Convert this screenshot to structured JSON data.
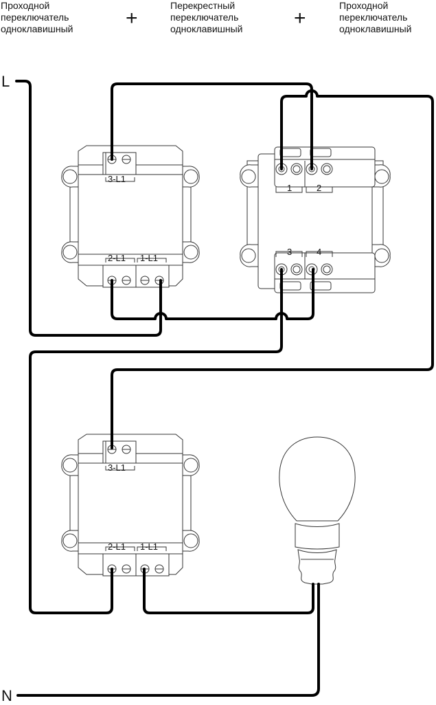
{
  "header": {
    "items": [
      {
        "lines": [
          "Проходной",
          "переключатель",
          "одноклавишный"
        ]
      },
      {
        "lines": [
          "Перекрестный",
          "переключатель",
          "одноклавишный"
        ]
      },
      {
        "lines": [
          "Проходной",
          "переключатель",
          "одноклавишный"
        ]
      }
    ],
    "plus_symbol": "+"
  },
  "supply": {
    "line_label": "L",
    "neutral_label": "N"
  },
  "switch_top": {
    "terminals": [
      "3-L1",
      "2-L1",
      "1-L1"
    ]
  },
  "cross_switch": {
    "terminals": [
      "1",
      "2",
      "3",
      "4"
    ]
  },
  "switch_bottom": {
    "terminals": [
      "3-L1",
      "2-L1",
      "1-L1"
    ]
  },
  "colors": {
    "wire": "#000000",
    "outline": "#333333",
    "background": "#ffffff"
  }
}
